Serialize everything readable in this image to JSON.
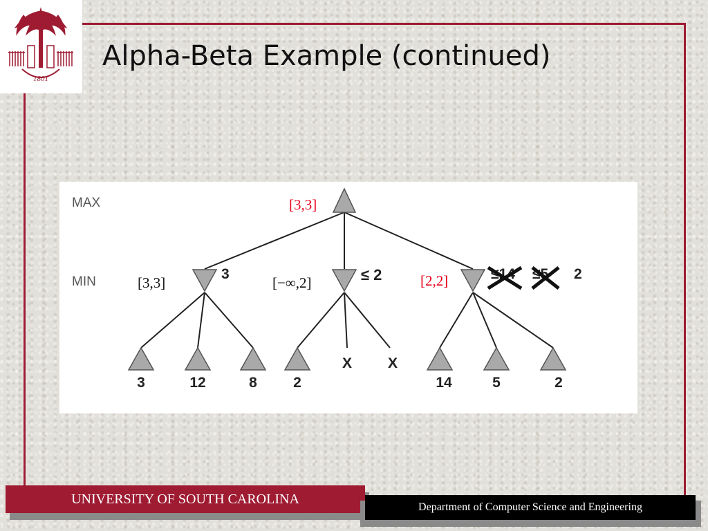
{
  "slide": {
    "title": "Alpha-Beta Example (continued)",
    "logo_year": "1801"
  },
  "diagram": {
    "levels": {
      "max": "MAX",
      "min": "MIN"
    },
    "root": {
      "interval": "[3,3]"
    },
    "min_nodes": [
      {
        "interval": "[3,3]",
        "value_label": "3",
        "crossed": []
      },
      {
        "interval": "[−∞,2]",
        "value_label": "≤ 2",
        "crossed": []
      },
      {
        "interval": "[2,2]",
        "value_label": "2",
        "crossed": [
          "≤14",
          "≤5"
        ]
      }
    ],
    "leaves": [
      "3",
      "12",
      "8",
      "2",
      "X",
      "X",
      "14",
      "5",
      "2"
    ],
    "colors": {
      "highlight": "#e8001c",
      "node_fill": "#a9a9a9",
      "line": "#222222",
      "frame": "#9e1b32"
    }
  },
  "footer": {
    "left": "UNIVERSITY OF SOUTH CAROLINA",
    "right": "Department of Computer Science and Engineering"
  }
}
